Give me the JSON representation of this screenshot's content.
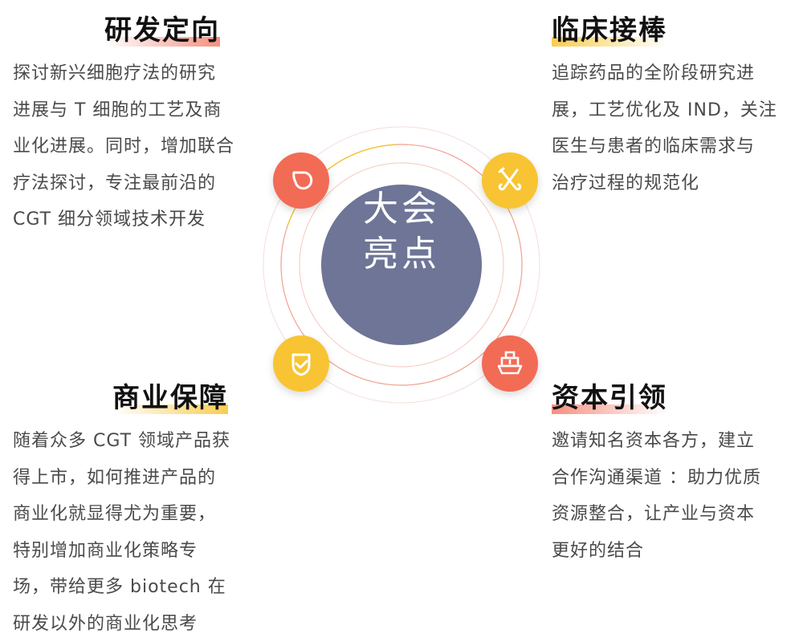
{
  "center": {
    "line1": "大会",
    "line2": "亮点"
  },
  "colors": {
    "center_fill": "#6e7596",
    "coral": "#f26b55",
    "yellow": "#f8c433",
    "ring": "#f2a090"
  },
  "sections": {
    "rd": {
      "title": "研发定向",
      "lines": [
        "探讨新兴细胞疗法的研究",
        "进展与 T 细胞的工艺及商",
        "业化进展。同时，增加联合",
        "疗法探讨，专注最前沿的",
        "CGT 细分领域技术开发"
      ],
      "icon": "drop-icon"
    },
    "clinical": {
      "title": "临床接棒",
      "lines": [
        "追踪药品的全阶段研究进",
        "展，工艺优化及 IND，关注",
        "医生与患者的临床需求与",
        "治疗过程的规范化"
      ],
      "icon": "crossed-tools-icon"
    },
    "business": {
      "title": "商业保障",
      "lines": [
        "随着众多 CGT 领域产品获",
        "得上市，如何推进产品的",
        "商业化就显得尤为重要，",
        "特别增加商业化策略专",
        "场，带给更多 biotech 在",
        "研发以外的商业化思考"
      ],
      "icon": "shield-check-icon"
    },
    "capital": {
      "title": "资本引领",
      "lines": [
        "邀请知名资本各方，建立",
        "合作沟通渠道 ：助力优质",
        "资源整合，让产业与资本",
        "更好的结合"
      ],
      "icon": "ship-icon"
    }
  }
}
